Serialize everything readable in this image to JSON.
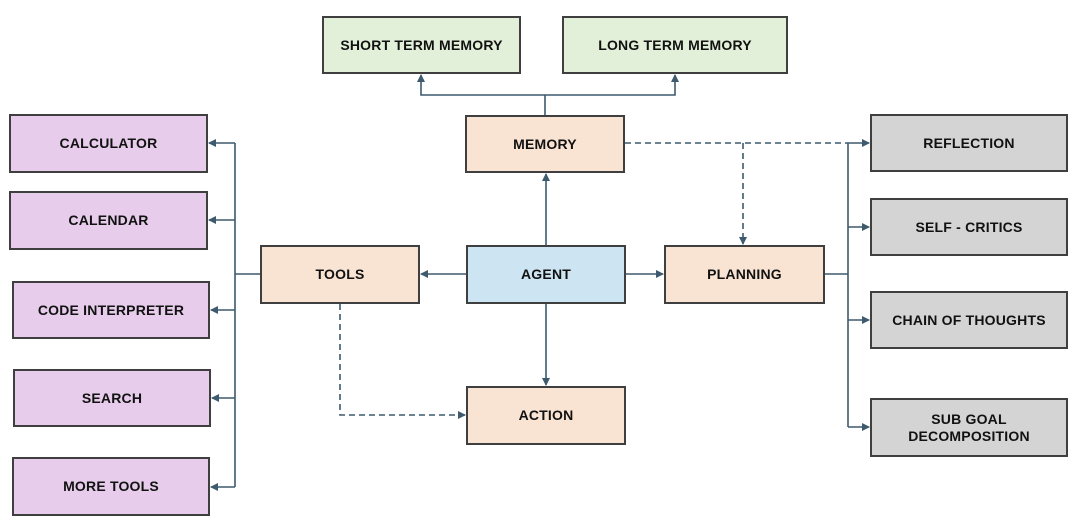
{
  "colors": {
    "memory_store": "#e2f0d9",
    "component": "#f9e4d4",
    "agent": "#cde5f2",
    "tool": "#e7cdeb",
    "planning_method": "#d4d4d4",
    "connector": "#3d5a6e",
    "border": "#3f3f3f"
  },
  "nodes": {
    "short_term_memory": "SHORT TERM MEMORY",
    "long_term_memory": "LONG TERM MEMORY",
    "memory": "MEMORY",
    "agent": "AGENT",
    "tools": "TOOLS",
    "planning": "PLANNING",
    "action": "ACTION",
    "calculator": "CALCULATOR",
    "calendar": "CALENDAR",
    "code_interpreter": "CODE INTERPRETER",
    "search": "SEARCH",
    "more_tools": "MORE TOOLS",
    "reflection": "REFLECTION",
    "self_critics": "SELF - CRITICS",
    "chain_of_thoughts": "CHAIN OF THOUGHTS",
    "sub_goal_decomposition": "SUB GOAL\nDECOMPOSITION"
  },
  "edges": [
    {
      "from": "agent",
      "to": "memory",
      "style": "solid"
    },
    {
      "from": "memory",
      "to": "short_term_memory",
      "style": "solid"
    },
    {
      "from": "memory",
      "to": "long_term_memory",
      "style": "solid"
    },
    {
      "from": "agent",
      "to": "tools",
      "style": "solid"
    },
    {
      "from": "agent",
      "to": "planning",
      "style": "solid"
    },
    {
      "from": "agent",
      "to": "action",
      "style": "solid"
    },
    {
      "from": "tools",
      "to": "calculator",
      "style": "solid"
    },
    {
      "from": "tools",
      "to": "calendar",
      "style": "solid"
    },
    {
      "from": "tools",
      "to": "code_interpreter",
      "style": "solid"
    },
    {
      "from": "tools",
      "to": "search",
      "style": "solid"
    },
    {
      "from": "tools",
      "to": "more_tools",
      "style": "solid"
    },
    {
      "from": "planning",
      "to": "reflection",
      "style": "solid"
    },
    {
      "from": "planning",
      "to": "self_critics",
      "style": "solid"
    },
    {
      "from": "planning",
      "to": "chain_of_thoughts",
      "style": "solid"
    },
    {
      "from": "planning",
      "to": "sub_goal_decomposition",
      "style": "solid"
    },
    {
      "from": "memory",
      "to": "planning",
      "style": "dashed"
    },
    {
      "from": "memory",
      "to": "reflection",
      "style": "dashed"
    },
    {
      "from": "tools",
      "to": "action",
      "style": "dashed"
    }
  ]
}
